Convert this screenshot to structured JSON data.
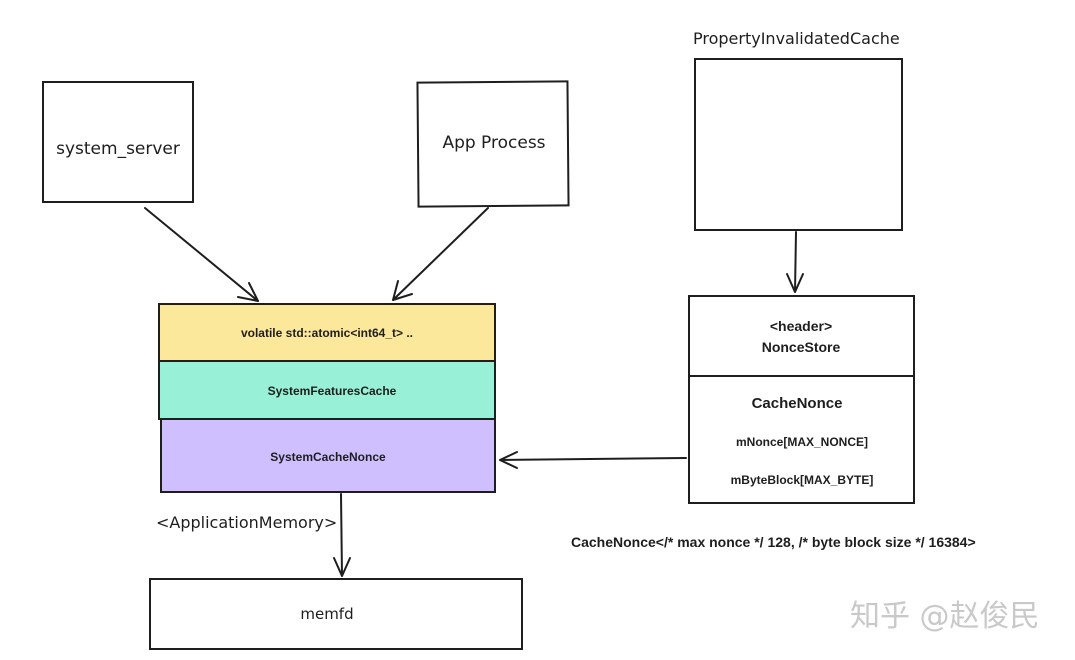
{
  "nodes": {
    "system_server": "system_server",
    "app_process": "App Process",
    "property_cache_label": "PropertyInvalidatedCache",
    "atomic_row": "volatile std::atomic<int64_t> ..",
    "features_row": "SystemFeaturesCache",
    "nonce_row": "SystemCacheNonce",
    "app_memory_label": "<ApplicationMemory>",
    "memfd": "memfd",
    "header_tag": "<header>",
    "nonce_store": "NonceStore",
    "cache_nonce_title": "CacheNonce",
    "m_nonce": "mNonce[MAX_NONCE]",
    "m_byte_block": "mByteBlock[MAX_BYTE]",
    "template_decl": "CacheNonce</* max nonce */ 128, /* byte block size */ 16384>"
  },
  "colors": {
    "atomic_row": "#fbe89a",
    "features_row": "#98f0d6",
    "nonce_row": "#d0bfff",
    "stroke": "#1e1e1e"
  },
  "watermark": "知乎 @赵俊民"
}
